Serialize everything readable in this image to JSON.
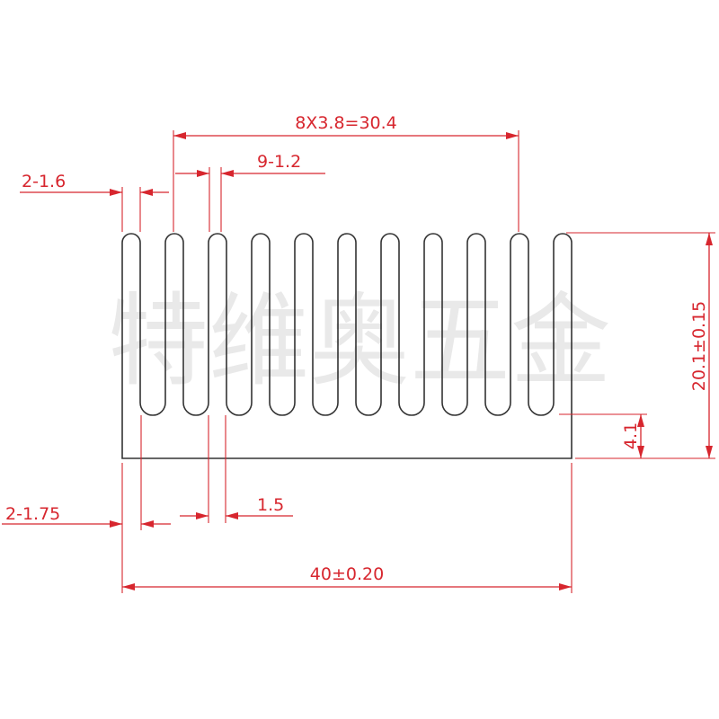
{
  "watermark": {
    "text": "特维奥五金"
  },
  "dimensions": {
    "fin_pitch": "8X3.8=30.4",
    "fin_count_thickness": "9-1.2",
    "outer_fin_thickness": "2-1.6",
    "outer_fin_base": "2-1.75",
    "fin_root": "1.5",
    "overall_width": "40±0.20",
    "overall_height": "20.1±0.15",
    "base_thickness": "4.1"
  },
  "colors": {
    "dimension": "#d7262e",
    "outline": "#333333",
    "watermark": "#e9e9e9",
    "background": "#ffffff"
  }
}
